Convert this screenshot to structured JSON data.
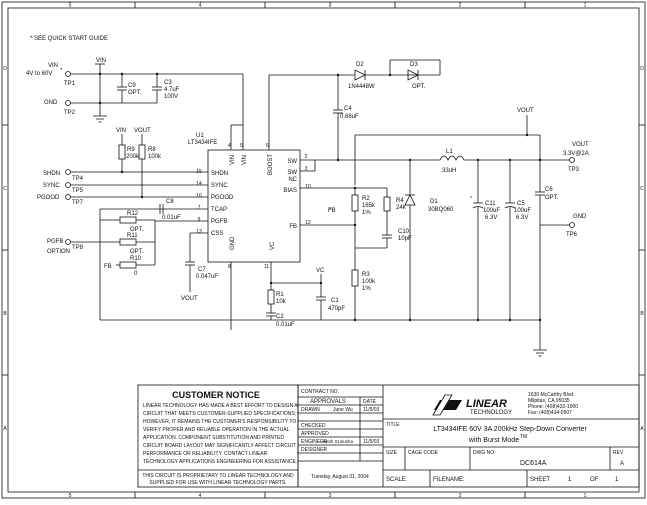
{
  "note": "* SEE QUICK START GUIDE",
  "border": {
    "cols": [
      "5",
      "4",
      "3",
      "2",
      "1"
    ],
    "rows": [
      "D",
      "C",
      "B",
      "A"
    ]
  },
  "ic": {
    "ref": "U1",
    "part": "LT3434IFE",
    "pins_left": [
      "SHDN",
      "SYNC",
      "PGOOD",
      "TCAP",
      "PGFB",
      "CSS"
    ],
    "pins_left_num": [
      "15",
      "14",
      "16",
      "7",
      "9",
      "13"
    ],
    "pins_right": [
      "SW",
      "SW",
      "NC",
      "BIAS",
      "FB"
    ],
    "pins_right_num": [
      "2",
      "3",
      "",
      "10",
      "12"
    ],
    "pins_top": [
      "VIN",
      "VIN",
      "BOOST"
    ],
    "pins_top_num": [
      "4",
      "5",
      "6"
    ],
    "pin_gnd": "GND",
    "pin_gnd_num": "8",
    "pin_vc": "VC",
    "pin_vc_num": "11"
  },
  "nets": {
    "vin": "VIN",
    "vin_range": "4V to 60V",
    "gnd": "GND",
    "vout": "VOUT",
    "vout_spec": "3.3V@2A",
    "vc": "VC",
    "fb": "FB",
    "shdn": "SHDN",
    "sync": "SYNC",
    "pgood": "PGOOD",
    "pgfb": "PGFB",
    "option": "OPTION",
    "star": "*"
  },
  "testpoints": {
    "tp1": "TP1",
    "tp2": "TP2",
    "tp3": "TP3",
    "tp4": "TP4",
    "tp5": "TP5",
    "tp6": "TP6",
    "tp7": "TP7",
    "tp8": "TP8"
  },
  "parts": {
    "c9": {
      "ref": "C9",
      "val": "OPT."
    },
    "c3": {
      "ref": "C3",
      "val1": "4.7uF",
      "val2": "100V"
    },
    "r9": {
      "ref": "R9",
      "val": "200k"
    },
    "r8": {
      "ref": "R8",
      "val": "100k"
    },
    "c8": {
      "ref": "C8",
      "val": "0.01uF"
    },
    "r12": {
      "ref": "R12",
      "val": "OPT."
    },
    "r11": {
      "ref": "R11",
      "val": "OPT."
    },
    "r10": {
      "ref": "R10",
      "val": "0"
    },
    "c7": {
      "ref": "C7",
      "val": "0.047uF"
    },
    "d2": {
      "ref": "D2",
      "val": "1N4448W"
    },
    "d3": {
      "ref": "D3",
      "val": "OPT."
    },
    "c4": {
      "ref": "C4",
      "val": "0.68uF"
    },
    "l1": {
      "ref": "L1",
      "val": "33uH"
    },
    "r2": {
      "ref": "R2",
      "val1": "165k",
      "val2": "1%"
    },
    "r4": {
      "ref": "R4",
      "val": "24k"
    },
    "d1": {
      "ref": "D1",
      "val": "30BQ060"
    },
    "c10": {
      "ref": "C10",
      "val": "10pF"
    },
    "c11": {
      "ref": "C11",
      "val1": "100uF",
      "val2": "6.3V"
    },
    "c5": {
      "ref": "C5",
      "val1": "100uF",
      "val2": "6.3V"
    },
    "c6": {
      "ref": "C6",
      "val": "OPT."
    },
    "r3": {
      "ref": "R3",
      "val1": "100k",
      "val2": "1%"
    },
    "r1": {
      "ref": "R1",
      "val": "10k"
    },
    "c1": {
      "ref": "C1",
      "val": "470pF"
    },
    "c2": {
      "ref": "C2",
      "val": "0.01uF"
    }
  },
  "notice": {
    "title": "CUSTOMER NOTICE",
    "lines": [
      "LINEAR TECHNOLOGY HAS MADE A BEST EFFORT TO DESIGN A",
      "CIRCUIT THAT MEETS CUSTOMER-SUPPLIED SPECIFICATIONS;",
      "HOWEVER, IT REMAINS THE CUSTOMER'S RESPONSIBILITY TO",
      "VERIFY PROPER AND RELIABLE OPERATION IN THE ACTUAL",
      "APPLICATION.  COMPONENT SUBSTITUTION AND PRINTED",
      "CIRCUIT BOARD LAYOUT MAY SIGNIFICANTLY AFFECT CIRCUIT",
      "PERFORMANCE OR RELIABILITY.  CONTACT LINEAR",
      "TECHNOLOGY APPLICATIONS ENGINEERING FOR ASSISTANCE."
    ],
    "prop1": "THIS CIRCUIT IS PROPRIETARY TO LINEAR TECHNOLOGY AND",
    "prop2": "SUPPLIED FOR USE WITH LINEAR TECHNOLOGY PARTS."
  },
  "titleblock": {
    "contract": "CONTRACT NO.",
    "approvals": "APPROVALS",
    "date": "DATE",
    "drawn": "DRAWN",
    "drawn_by": "June Wu",
    "drawn_date": "11/5/03",
    "checked": "CHECKED",
    "approved": "APPROVED",
    "engineer": "ENGINEER",
    "engineer_name": "Keith Szolusha",
    "engineer_date": "11/5/03",
    "designer": "DESIGNER",
    "print_date": "Tuesday, August 31, 2004",
    "logo": "LINEAR",
    "logo_sub": "TECHNOLOGY",
    "address": [
      "1630 McCarthy Blvd.",
      "Milpitas, CA 95035",
      "Phone: (408)432-1900",
      "Fax: (408)434-0507"
    ],
    "title_label": "TITLE",
    "title1": "LT3434IFE 60V 3A 200kHz Step-Down Converter",
    "title2": "with Burst Mode",
    "tm": "TM",
    "size": "SIZE",
    "cage": "CAGE CODE",
    "dwg_label": "DWG NO",
    "dwg": "DC614A",
    "rev_label": "REV",
    "rev": "A",
    "scale": "SCALE:",
    "filename": "FILENAME:",
    "sheet": "SHEET",
    "sheet_num": "1",
    "of": "OF",
    "sheet_total": "1"
  }
}
